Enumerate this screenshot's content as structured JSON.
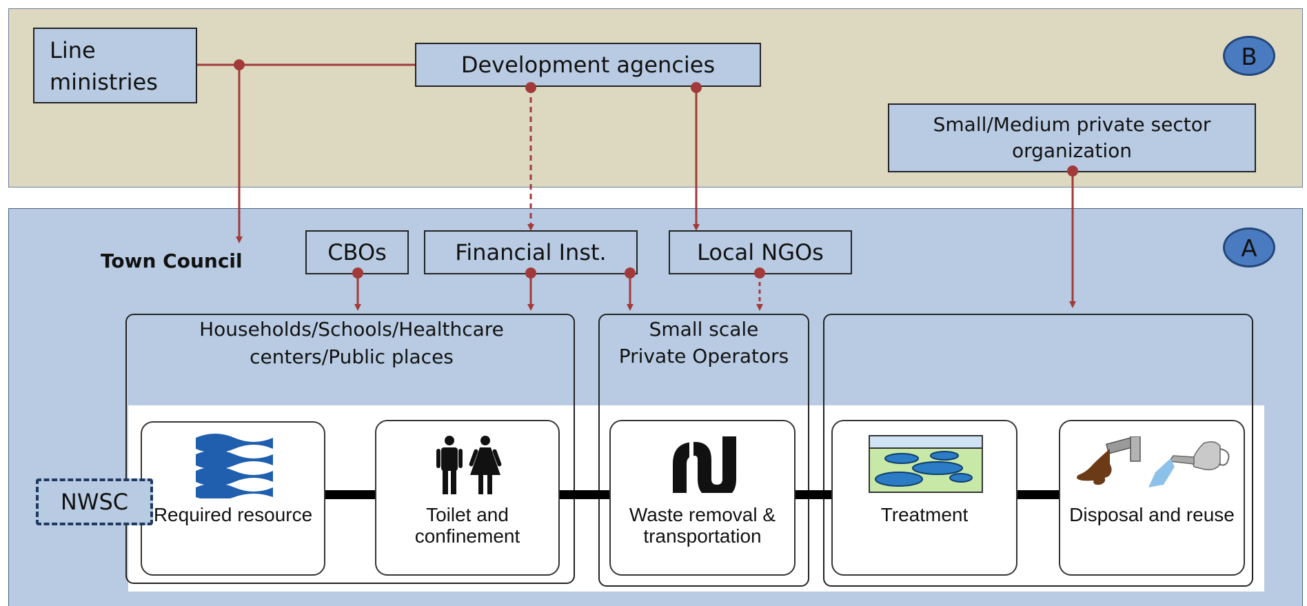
{
  "badges": {
    "b": "B",
    "a": "A"
  },
  "top": {
    "line_ministries": "Line\nministries",
    "development_agencies": "Development agencies",
    "private_sector": "Small/Medium private sector organization"
  },
  "middle": {
    "town_council": "Town Council",
    "cbos": "CBOs",
    "financial_inst": "Financial Inst.",
    "local_ngos": "Local NGOs"
  },
  "groups": {
    "households": "Households/Schools/Healthcare centers/Public places",
    "operators": "Small scale Private Operators"
  },
  "nwsc": "NWSC",
  "chain": [
    {
      "label": "Required resource",
      "icon": "water-waves-icon"
    },
    {
      "label": "Toilet and confinement",
      "icon": "toilet-people-icon"
    },
    {
      "label": "Waste removal & transportation",
      "icon": "pipe-icon"
    },
    {
      "label": "Treatment",
      "icon": "treatment-pond-icon"
    },
    {
      "label": "Disposal and reuse",
      "icon": "disposal-reuse-icon"
    }
  ],
  "colors": {
    "connector": "#a23a3a",
    "panel_b": "#dcd9c0",
    "panel_a": "#b8cbe3",
    "badge": "#4a7bc0"
  }
}
